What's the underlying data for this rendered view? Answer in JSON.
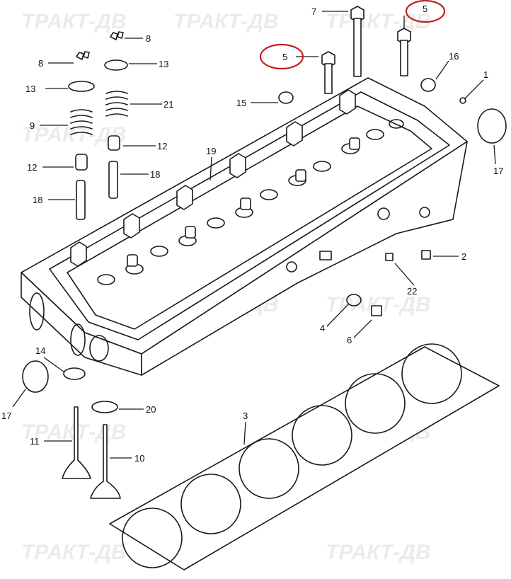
{
  "watermark": "ТРАКТ-ДВ",
  "accent_color": "#c81e1e",
  "labels": {
    "l1": "1",
    "l2": "2",
    "l3": "3",
    "l4": "4",
    "l5a": "5",
    "l5b": "5",
    "l6": "6",
    "l7": "7",
    "l8a": "8",
    "l8b": "8",
    "l9": "9",
    "l10": "10",
    "l11": "11",
    "l12a": "12",
    "l12b": "12",
    "l13a": "13",
    "l13b": "13",
    "l14": "14",
    "l15": "15",
    "l16": "16",
    "l17a": "17",
    "l17b": "17",
    "l18a": "18",
    "l18b": "18",
    "l19": "19",
    "l20": "20",
    "l21": "21",
    "l22": "22"
  }
}
